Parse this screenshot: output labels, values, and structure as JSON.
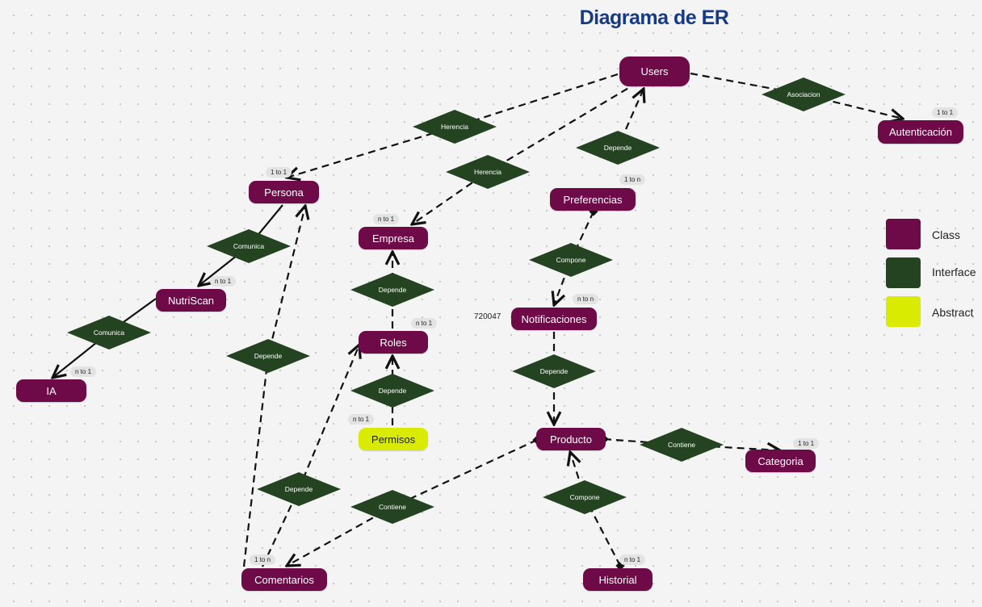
{
  "title": "Diagrama de ER",
  "colors": {
    "class": "#6e0a47",
    "interface": "#244421",
    "abstract": "#d8eb00",
    "title": "#173a86"
  },
  "legend": [
    {
      "label": "Class",
      "color": "#6e0a47"
    },
    {
      "label": "Interface",
      "color": "#244421"
    },
    {
      "label": "Abstract",
      "color": "#d8eb00"
    }
  ],
  "entities": {
    "users": {
      "label": "Users",
      "kind": "class"
    },
    "autenticacion": {
      "label": "Autenticación",
      "kind": "class",
      "cardinality": "1 to 1"
    },
    "persona": {
      "label": "Persona",
      "kind": "class",
      "cardinality": "1 to 1"
    },
    "empresa": {
      "label": "Empresa",
      "kind": "class",
      "cardinality": "n to 1"
    },
    "preferencias": {
      "label": "Preferencias",
      "kind": "class",
      "cardinality": "1 to n"
    },
    "nutriscan": {
      "label": "NutriScan",
      "kind": "class",
      "cardinality": "n to 1"
    },
    "ia": {
      "label": "IA",
      "kind": "class",
      "cardinality": "n to 1"
    },
    "roles": {
      "label": "Roles",
      "kind": "class",
      "cardinality": "n to 1"
    },
    "permisos": {
      "label": "Permisos",
      "kind": "abstract",
      "cardinality": "n to 1"
    },
    "notificaciones": {
      "label": "Notificaciones",
      "kind": "class",
      "cardinality": "n to n"
    },
    "producto": {
      "label": "Producto",
      "kind": "class"
    },
    "categoria": {
      "label": "Categoria",
      "kind": "class",
      "cardinality": "1 to 1"
    },
    "comentarios": {
      "label": "Comentarios",
      "kind": "class",
      "cardinality": "1 to n"
    },
    "historial": {
      "label": "Historial",
      "kind": "class",
      "cardinality": "n to 1"
    }
  },
  "relations": [
    {
      "label": "Asociacion",
      "from": "users",
      "to": "autenticacion"
    },
    {
      "label": "Herencia",
      "from": "users",
      "to": "persona"
    },
    {
      "label": "Herencia",
      "from": "users",
      "to": "empresa"
    },
    {
      "label": "Depende",
      "from": "preferencias",
      "to": "users"
    },
    {
      "label": "Comunica",
      "from": "persona",
      "to": "nutriscan"
    },
    {
      "label": "Comunica",
      "from": "nutriscan",
      "to": "ia"
    },
    {
      "label": "Compone",
      "from": "preferencias",
      "to": "notificaciones"
    },
    {
      "label": "Depende",
      "from": "roles",
      "to": "empresa"
    },
    {
      "label": "Depende",
      "from": "permisos",
      "to": "roles"
    },
    {
      "label": "Depende",
      "from": "comentarios",
      "to": "persona"
    },
    {
      "label": "Depende",
      "from": "notificaciones",
      "to": "producto"
    },
    {
      "label": "Depende",
      "from": "comentarios",
      "to": "roles"
    },
    {
      "label": "Contiene",
      "from": "producto",
      "to": "comentarios"
    },
    {
      "label": "Contiene",
      "from": "producto",
      "to": "categoria"
    },
    {
      "label": "Compone",
      "from": "historial",
      "to": "producto"
    }
  ],
  "stray_text": "720047"
}
